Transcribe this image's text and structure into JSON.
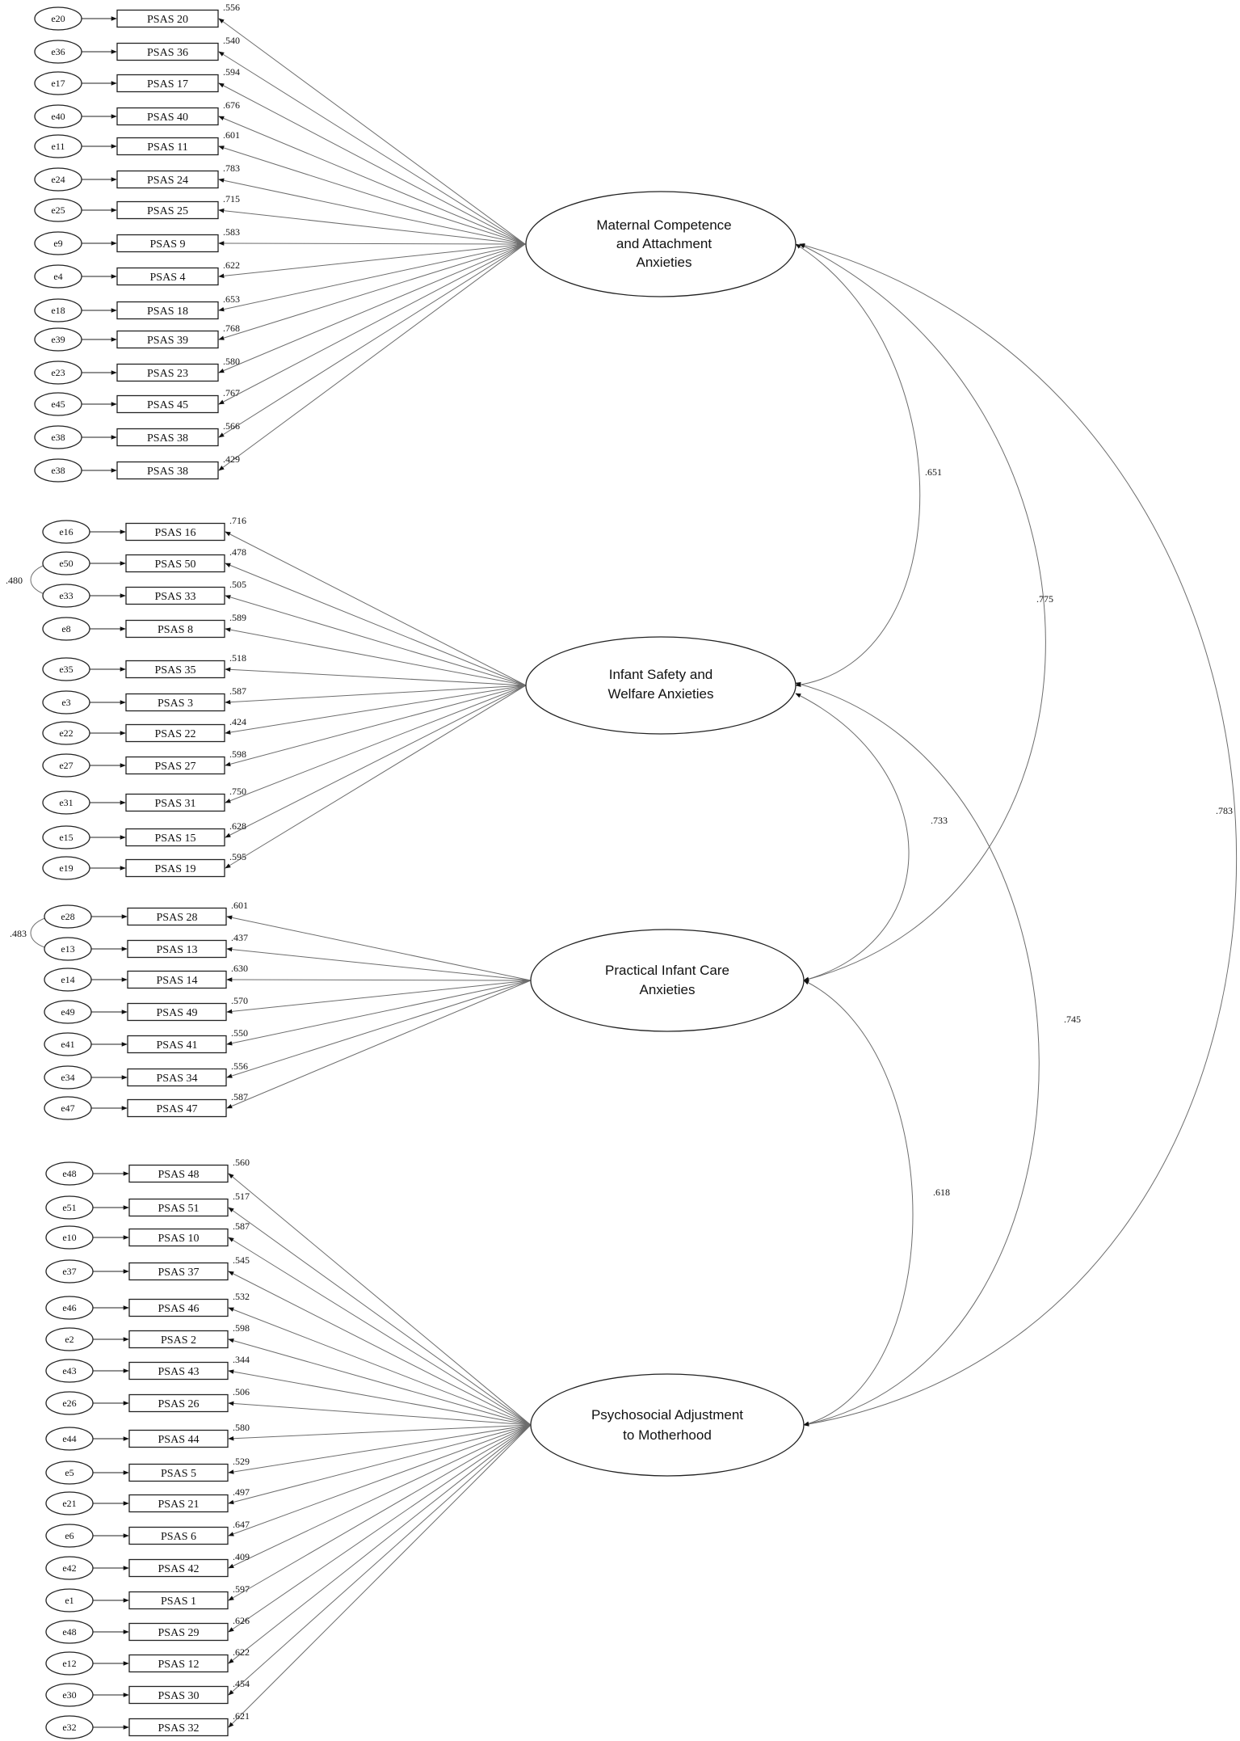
{
  "factors": [
    {
      "id": "f1",
      "label_lines": [
        "Maternal Competence",
        "and Attachment",
        "Anxieties"
      ],
      "items": [
        {
          "error": "e20",
          "item": "PSAS 20",
          "loading": ".556"
        },
        {
          "error": "e36",
          "item": "PSAS 36",
          "loading": ".540"
        },
        {
          "error": "e17",
          "item": "PSAS 17",
          "loading": ".594"
        },
        {
          "error": "e40",
          "item": "PSAS 40",
          "loading": ".676"
        },
        {
          "error": "e11",
          "item": "PSAS 11",
          "loading": ".601"
        },
        {
          "error": "e24",
          "item": "PSAS 24",
          "loading": ".783"
        },
        {
          "error": "e25",
          "item": "PSAS 25",
          "loading": ".715"
        },
        {
          "error": "e9",
          "item": "PSAS 9",
          "loading": ".583"
        },
        {
          "error": "e4",
          "item": "PSAS 4",
          "loading": ".622"
        },
        {
          "error": "e18",
          "item": "PSAS 18",
          "loading": ".653"
        },
        {
          "error": "e39",
          "item": "PSAS 39",
          "loading": ".768"
        },
        {
          "error": "e23",
          "item": "PSAS 23",
          "loading": ".580"
        },
        {
          "error": "e45",
          "item": "PSAS 45",
          "loading": ".767"
        },
        {
          "error": "e38",
          "item": "PSAS 38",
          "loading": ".566"
        },
        {
          "error": "e38",
          "item": "PSAS 38",
          "loading": ".429"
        }
      ]
    },
    {
      "id": "f2",
      "label_lines": [
        "Infant Safety and",
        "Welfare Anxieties"
      ],
      "items": [
        {
          "error": "e16",
          "item": "PSAS 16",
          "loading": ".716"
        },
        {
          "error": "e50",
          "item": "PSAS 50",
          "loading": ".478"
        },
        {
          "error": "e33",
          "item": "PSAS 33",
          "loading": ".505"
        },
        {
          "error": "e8",
          "item": "PSAS 8",
          "loading": ".589"
        },
        {
          "error": "e35",
          "item": "PSAS 35",
          "loading": ".518"
        },
        {
          "error": "e3",
          "item": "PSAS 3",
          "loading": ".587"
        },
        {
          "error": "e22",
          "item": "PSAS 22",
          "loading": ".424"
        },
        {
          "error": "e27",
          "item": "PSAS 27",
          "loading": ".598"
        },
        {
          "error": "e31",
          "item": "PSAS 31",
          "loading": ".750"
        },
        {
          "error": "e15",
          "item": "PSAS 15",
          "loading": ".628"
        },
        {
          "error": "e19",
          "item": "PSAS 19",
          "loading": ".595"
        }
      ]
    },
    {
      "id": "f3",
      "label_lines": [
        "Practical Infant Care",
        "Anxieties"
      ],
      "items": [
        {
          "error": "e28",
          "item": "PSAS 28",
          "loading": ".601"
        },
        {
          "error": "e13",
          "item": "PSAS 13",
          "loading": ".437"
        },
        {
          "error": "e14",
          "item": "PSAS 14",
          "loading": ".630"
        },
        {
          "error": "e49",
          "item": "PSAS 49",
          "loading": ".570"
        },
        {
          "error": "e41",
          "item": "PSAS 41",
          "loading": ".550"
        },
        {
          "error": "e34",
          "item": "PSAS 34",
          "loading": ".556"
        },
        {
          "error": "e47",
          "item": "PSAS 47",
          "loading": ".587"
        }
      ]
    },
    {
      "id": "f4",
      "label_lines": [
        "Psychosocial Adjustment",
        "to Motherhood"
      ],
      "items": [
        {
          "error": "e48",
          "item": "PSAS 48",
          "loading": ".560"
        },
        {
          "error": "e51",
          "item": "PSAS 51",
          "loading": ".517"
        },
        {
          "error": "e10",
          "item": "PSAS 10",
          "loading": ".587"
        },
        {
          "error": "e37",
          "item": "PSAS 37",
          "loading": ".545"
        },
        {
          "error": "e46",
          "item": "PSAS 46",
          "loading": ".532"
        },
        {
          "error": "e2",
          "item": "PSAS 2",
          "loading": ".598"
        },
        {
          "error": "e43",
          "item": "PSAS 43",
          "loading": ".344"
        },
        {
          "error": "e26",
          "item": "PSAS 26",
          "loading": ".506"
        },
        {
          "error": "e44",
          "item": "PSAS 44",
          "loading": ".580"
        },
        {
          "error": "e5",
          "item": "PSAS 5",
          "loading": ".529"
        },
        {
          "error": "e21",
          "item": "PSAS 21",
          "loading": ".497"
        },
        {
          "error": "e6",
          "item": "PSAS 6",
          "loading": ".647"
        },
        {
          "error": "e42",
          "item": "PSAS 42",
          "loading": ".409"
        },
        {
          "error": "e1",
          "item": "PSAS 1",
          "loading": ".597"
        },
        {
          "error": "e48",
          "item": "PSAS 29",
          "loading": ".626"
        },
        {
          "error": "e12",
          "item": "PSAS 12",
          "loading": ".622"
        },
        {
          "error": "e30",
          "item": "PSAS 30",
          "loading": ".454"
        },
        {
          "error": "e32",
          "item": "PSAS 32",
          "loading": ".621"
        }
      ]
    }
  ],
  "factor_correlations": [
    {
      "from": "f1",
      "to": "f2",
      "value": ".651"
    },
    {
      "from": "f1",
      "to": "f3",
      "value": ".775"
    },
    {
      "from": "f1",
      "to": "f4",
      "value": ".783"
    },
    {
      "from": "f2",
      "to": "f3",
      "value": ".733"
    },
    {
      "from": "f2",
      "to": "f4",
      "value": ".745"
    },
    {
      "from": "f3",
      "to": "f4",
      "value": ".618"
    }
  ],
  "error_covariances": [
    {
      "between": [
        "e50",
        "e33"
      ],
      "value": ".480"
    },
    {
      "between": [
        "e28",
        "e13"
      ],
      "value": ".483"
    }
  ]
}
